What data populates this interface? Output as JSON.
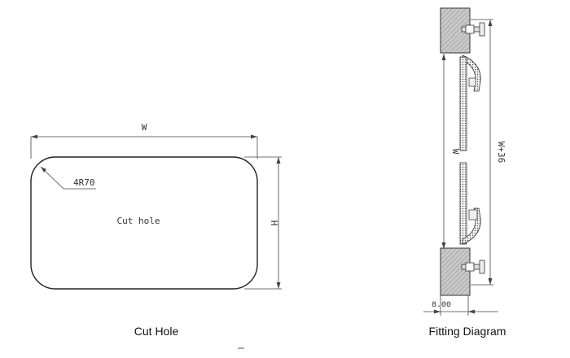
{
  "cut_hole": {
    "width_label": "W",
    "height_label": "H",
    "radius_label": "4R70",
    "center_label": "Cut hole",
    "caption": "Cut Hole"
  },
  "fitting": {
    "inner_label": "W",
    "outer_label": "W+36",
    "offset_label": "8.00",
    "caption": "Fitting Diagram"
  }
}
